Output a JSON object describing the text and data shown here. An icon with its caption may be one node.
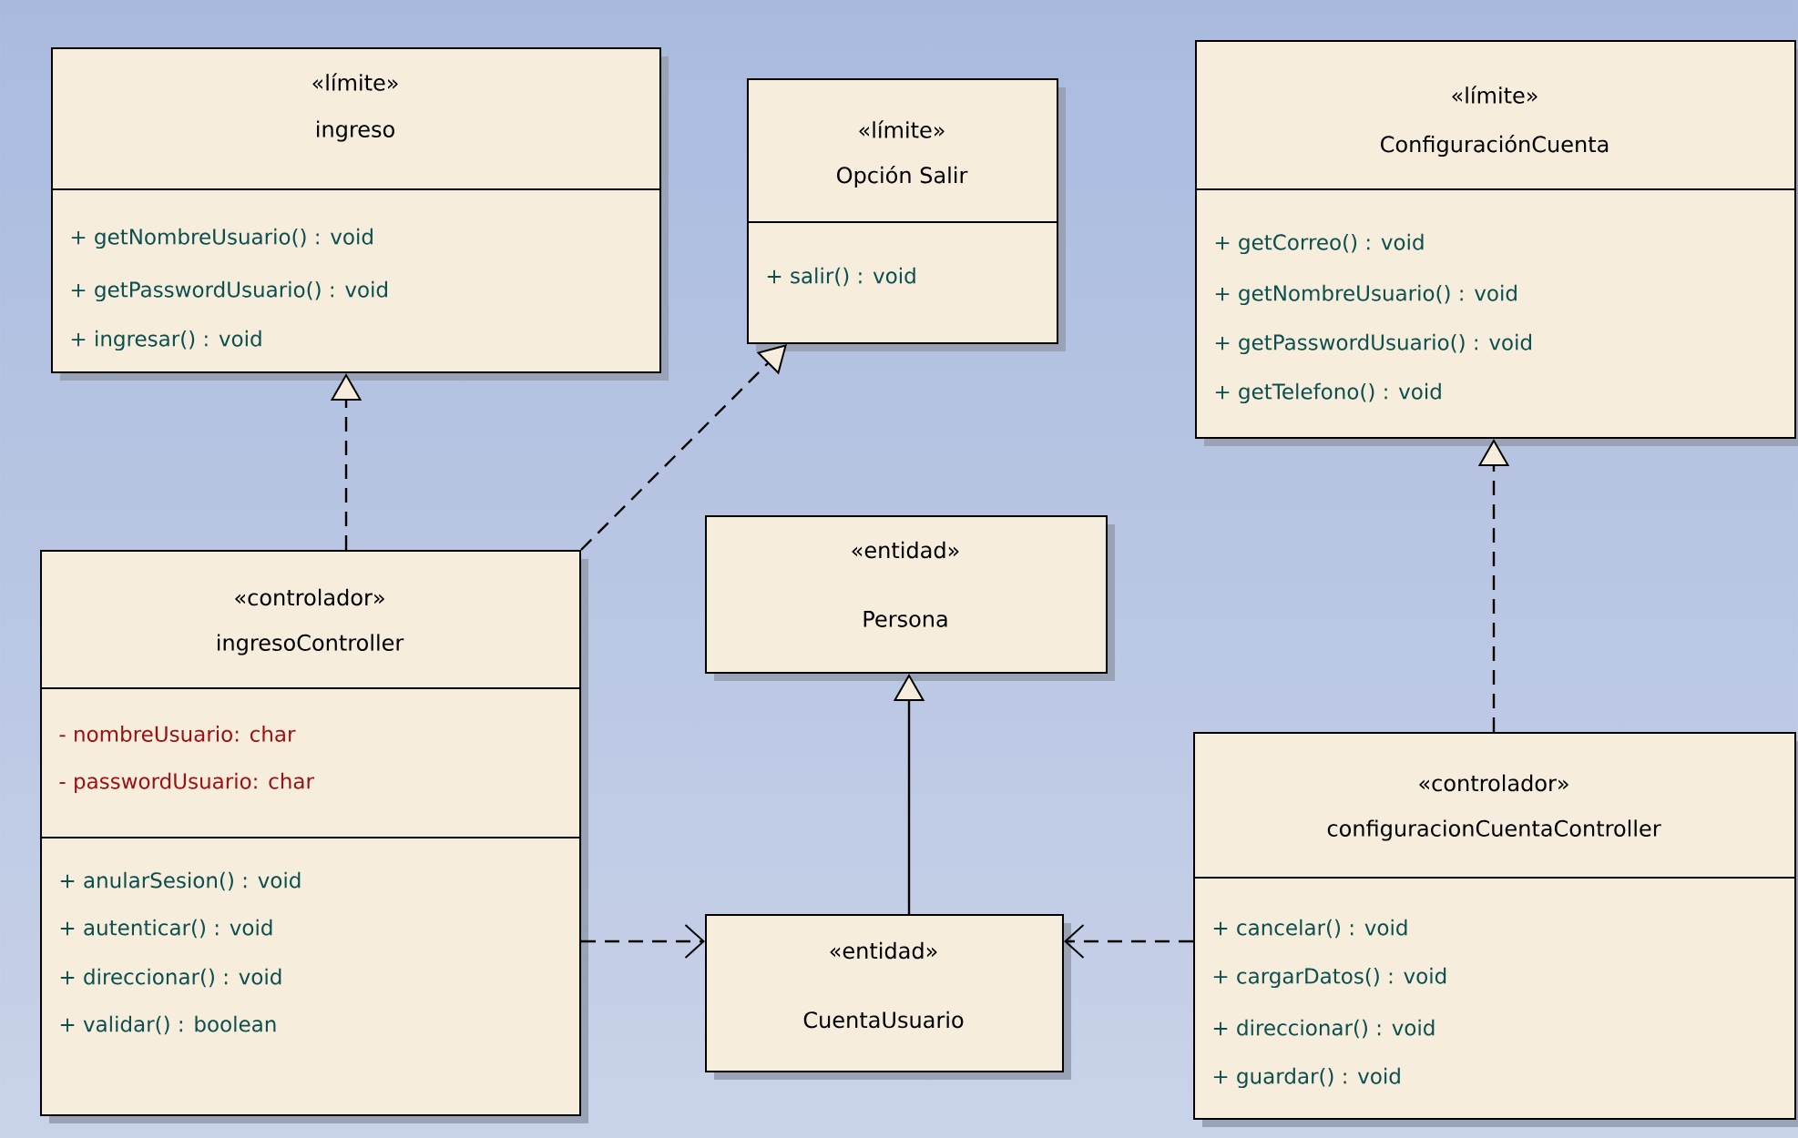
{
  "diagram": {
    "nodes": [
      {
        "text": [
          "«límite»",
          "ingreso",
          "+ getNombreUsuario() : void",
          "+ getPasswordUsuario() : void",
          "+ ingresar() : void"
        ]
      },
      {
        "text": [
          "«límite»",
          "Opción Salir",
          "+ salir() : void"
        ]
      },
      {
        "text": [
          "«límite»",
          "ConfiguraciónCuenta",
          "+ getCorreo() : void",
          "+ getNombreUsuario() : void",
          "+ getPasswordUsuario() : void",
          "+ getTelefono() : void"
        ]
      },
      {
        "text": [
          "«controlador»",
          "ingresoController",
          "- nombreUsuario: char",
          "- passwordUsuario: char",
          "+ anularSesion() : void",
          "+ autenticar() : void",
          "+ direccionar() : void",
          "+ validar() : boolean"
        ]
      },
      {
        "text": [
          "«entidad»",
          "Persona"
        ]
      },
      {
        "text": [
          "«entidad»",
          "CuentaUsuario"
        ]
      },
      {
        "text": [
          "«controlador»",
          "configuracionCuentaController",
          "+ cancelar() : void",
          "+ cargarDatos() : void",
          "+ direccionar() : void",
          "+ guardar() : void"
        ]
      }
    ],
    "edges": [
      {
        "from": 3,
        "to": 0,
        "arrow": "to",
        "style": "dashed"
      },
      {
        "from": 3,
        "to": 1,
        "arrow": "to",
        "style": "dashed"
      },
      {
        "from": 6,
        "to": 2,
        "arrow": "to",
        "style": "dashed"
      },
      {
        "from": 5,
        "to": 4,
        "arrow": "to"
      },
      {
        "from": 3,
        "to": 5,
        "arrow": "to",
        "style": "dashed"
      },
      {
        "from": 6,
        "to": 5,
        "arrow": "to",
        "style": "dashed"
      }
    ]
  }
}
